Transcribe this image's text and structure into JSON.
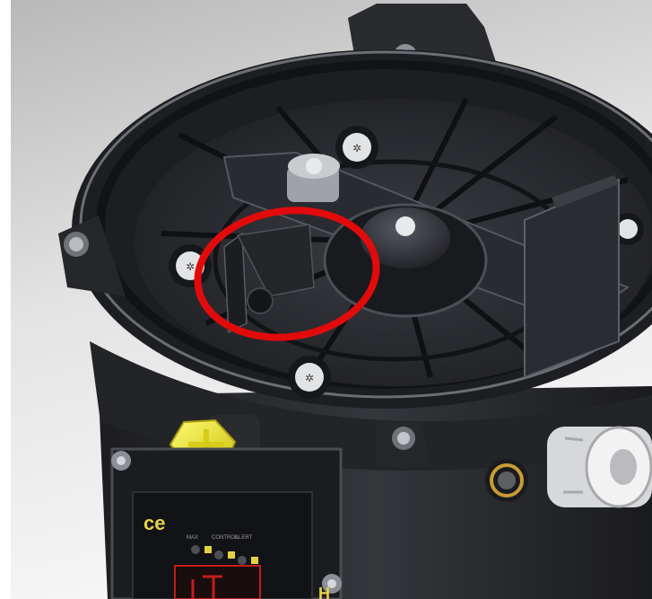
{
  "scene": {
    "subject": "3d-rendered-actuator-housing",
    "colors": {
      "background_top": "#c9c9c9",
      "background_bottom": "#f4f4f4",
      "body": "#2e2f33",
      "body_dark": "#1b1c1f",
      "body_edge": "#5a5c62",
      "highlight_ring": "#e10b0b",
      "yellow_plug": "#f2ea2a",
      "gland_white": "#e9e9e9",
      "brass": "#c89b35",
      "panel_text": "#e8d24a",
      "led": "#e3d240",
      "display_red": "#c21d1d"
    },
    "panel": {
      "logo_text": "ce",
      "led_labels": [
        "MAX",
        "CONTROL",
        "ALERT"
      ],
      "corner_text": "H"
    }
  }
}
